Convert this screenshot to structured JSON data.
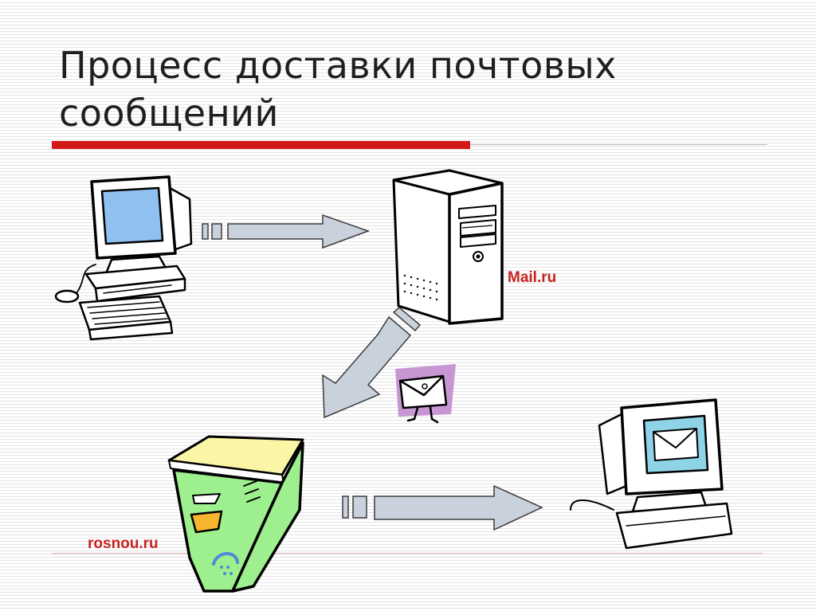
{
  "slide": {
    "title": "Процесс доставки почтовых сообщений"
  },
  "diagram": {
    "sender_server_label": "Mail.ru",
    "recipient_server_label": "rosnou.ru"
  },
  "colors": {
    "title_rule": "#d21717",
    "server_label": "#c8221f",
    "arrow_fill": "#c9d2dc",
    "screen_blue": "#8fc0f0",
    "envelope_bg": "#c896d2",
    "server2_body": "#9ef08e",
    "server2_top": "#fbf6a6"
  },
  "icons": [
    "sender-computer-icon",
    "mail-server-icon",
    "envelope-icon",
    "recipient-server-icon",
    "recipient-computer-icon"
  ]
}
